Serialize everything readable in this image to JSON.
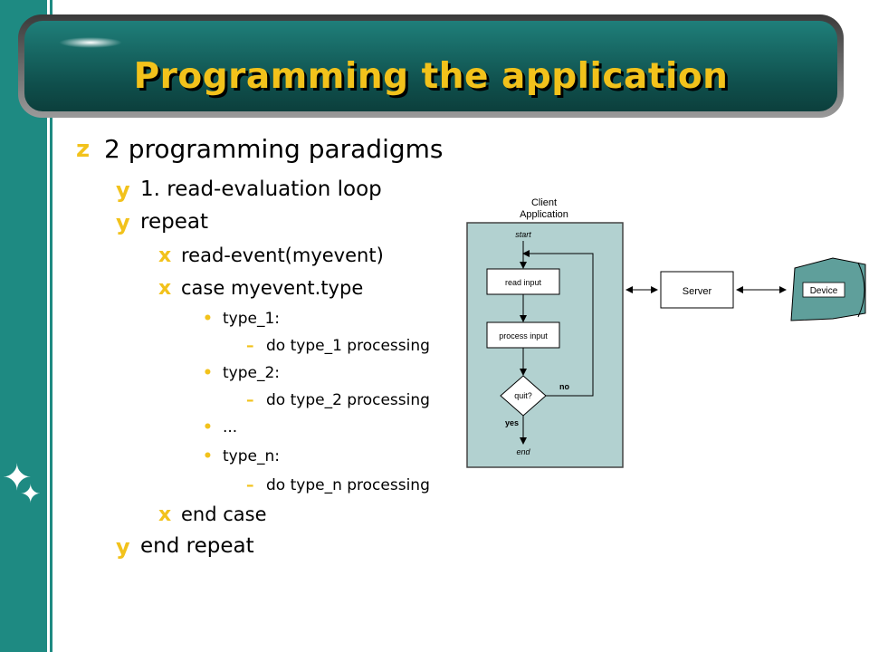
{
  "slide": {
    "title": "Programming the application",
    "bullets": {
      "l1_marker": "z",
      "l2_marker": "y",
      "l3_marker": "x",
      "l4_marker": "•",
      "l5_marker": "–"
    },
    "items": [
      {
        "level": 1,
        "text": "2 programming paradigms"
      },
      {
        "level": 2,
        "text": "1. read-evaluation loop"
      },
      {
        "level": 2,
        "text": "repeat"
      },
      {
        "level": 3,
        "text": "read-event(myevent)"
      },
      {
        "level": 3,
        "text": "case myevent.type"
      },
      {
        "level": 4,
        "text": "type_1:"
      },
      {
        "level": 5,
        "text": "do type_1 processing"
      },
      {
        "level": 4,
        "text": "type_2:"
      },
      {
        "level": 5,
        "text": "do type_2 processing"
      },
      {
        "level": 4,
        "text": "..."
      },
      {
        "level": 4,
        "text": "type_n:"
      },
      {
        "level": 5,
        "text": "do type_n processing"
      },
      {
        "level": 3,
        "text": "end case"
      },
      {
        "level": 2,
        "text": "end repeat"
      }
    ]
  },
  "diagram": {
    "client_title_line1": "Client",
    "client_title_line2": "Application",
    "start": "start",
    "read_input": "read input",
    "process_input": "process input",
    "quit": "quit?",
    "no": "no",
    "yes": "yes",
    "end": "end",
    "server": "Server",
    "device": "Device"
  },
  "colors": {
    "teal": "#1e8a82",
    "title_gold": "#f2c21b",
    "client_box": "#b2d1d0",
    "device_fill": "#5f9f9b"
  }
}
